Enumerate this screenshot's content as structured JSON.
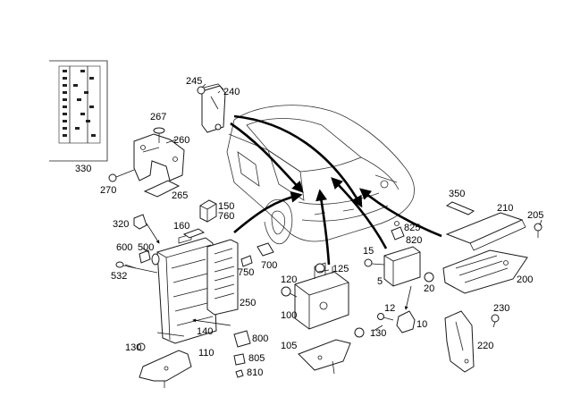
{
  "callouts": [
    "330",
    "245",
    "240",
    "267",
    "260",
    "270",
    "265",
    "150",
    "760",
    "160",
    "320",
    "600",
    "500",
    "532",
    "750",
    "700",
    "250",
    "125",
    "120",
    "100",
    "140",
    "130",
    "110",
    "800",
    "805",
    "810",
    "105",
    "130",
    "12",
    "10",
    "15",
    "5",
    "20",
    "825",
    "820",
    "350",
    "210",
    "205",
    "200",
    "230",
    "220"
  ],
  "colors": {
    "ink": "#000000",
    "background": "#ffffff"
  }
}
